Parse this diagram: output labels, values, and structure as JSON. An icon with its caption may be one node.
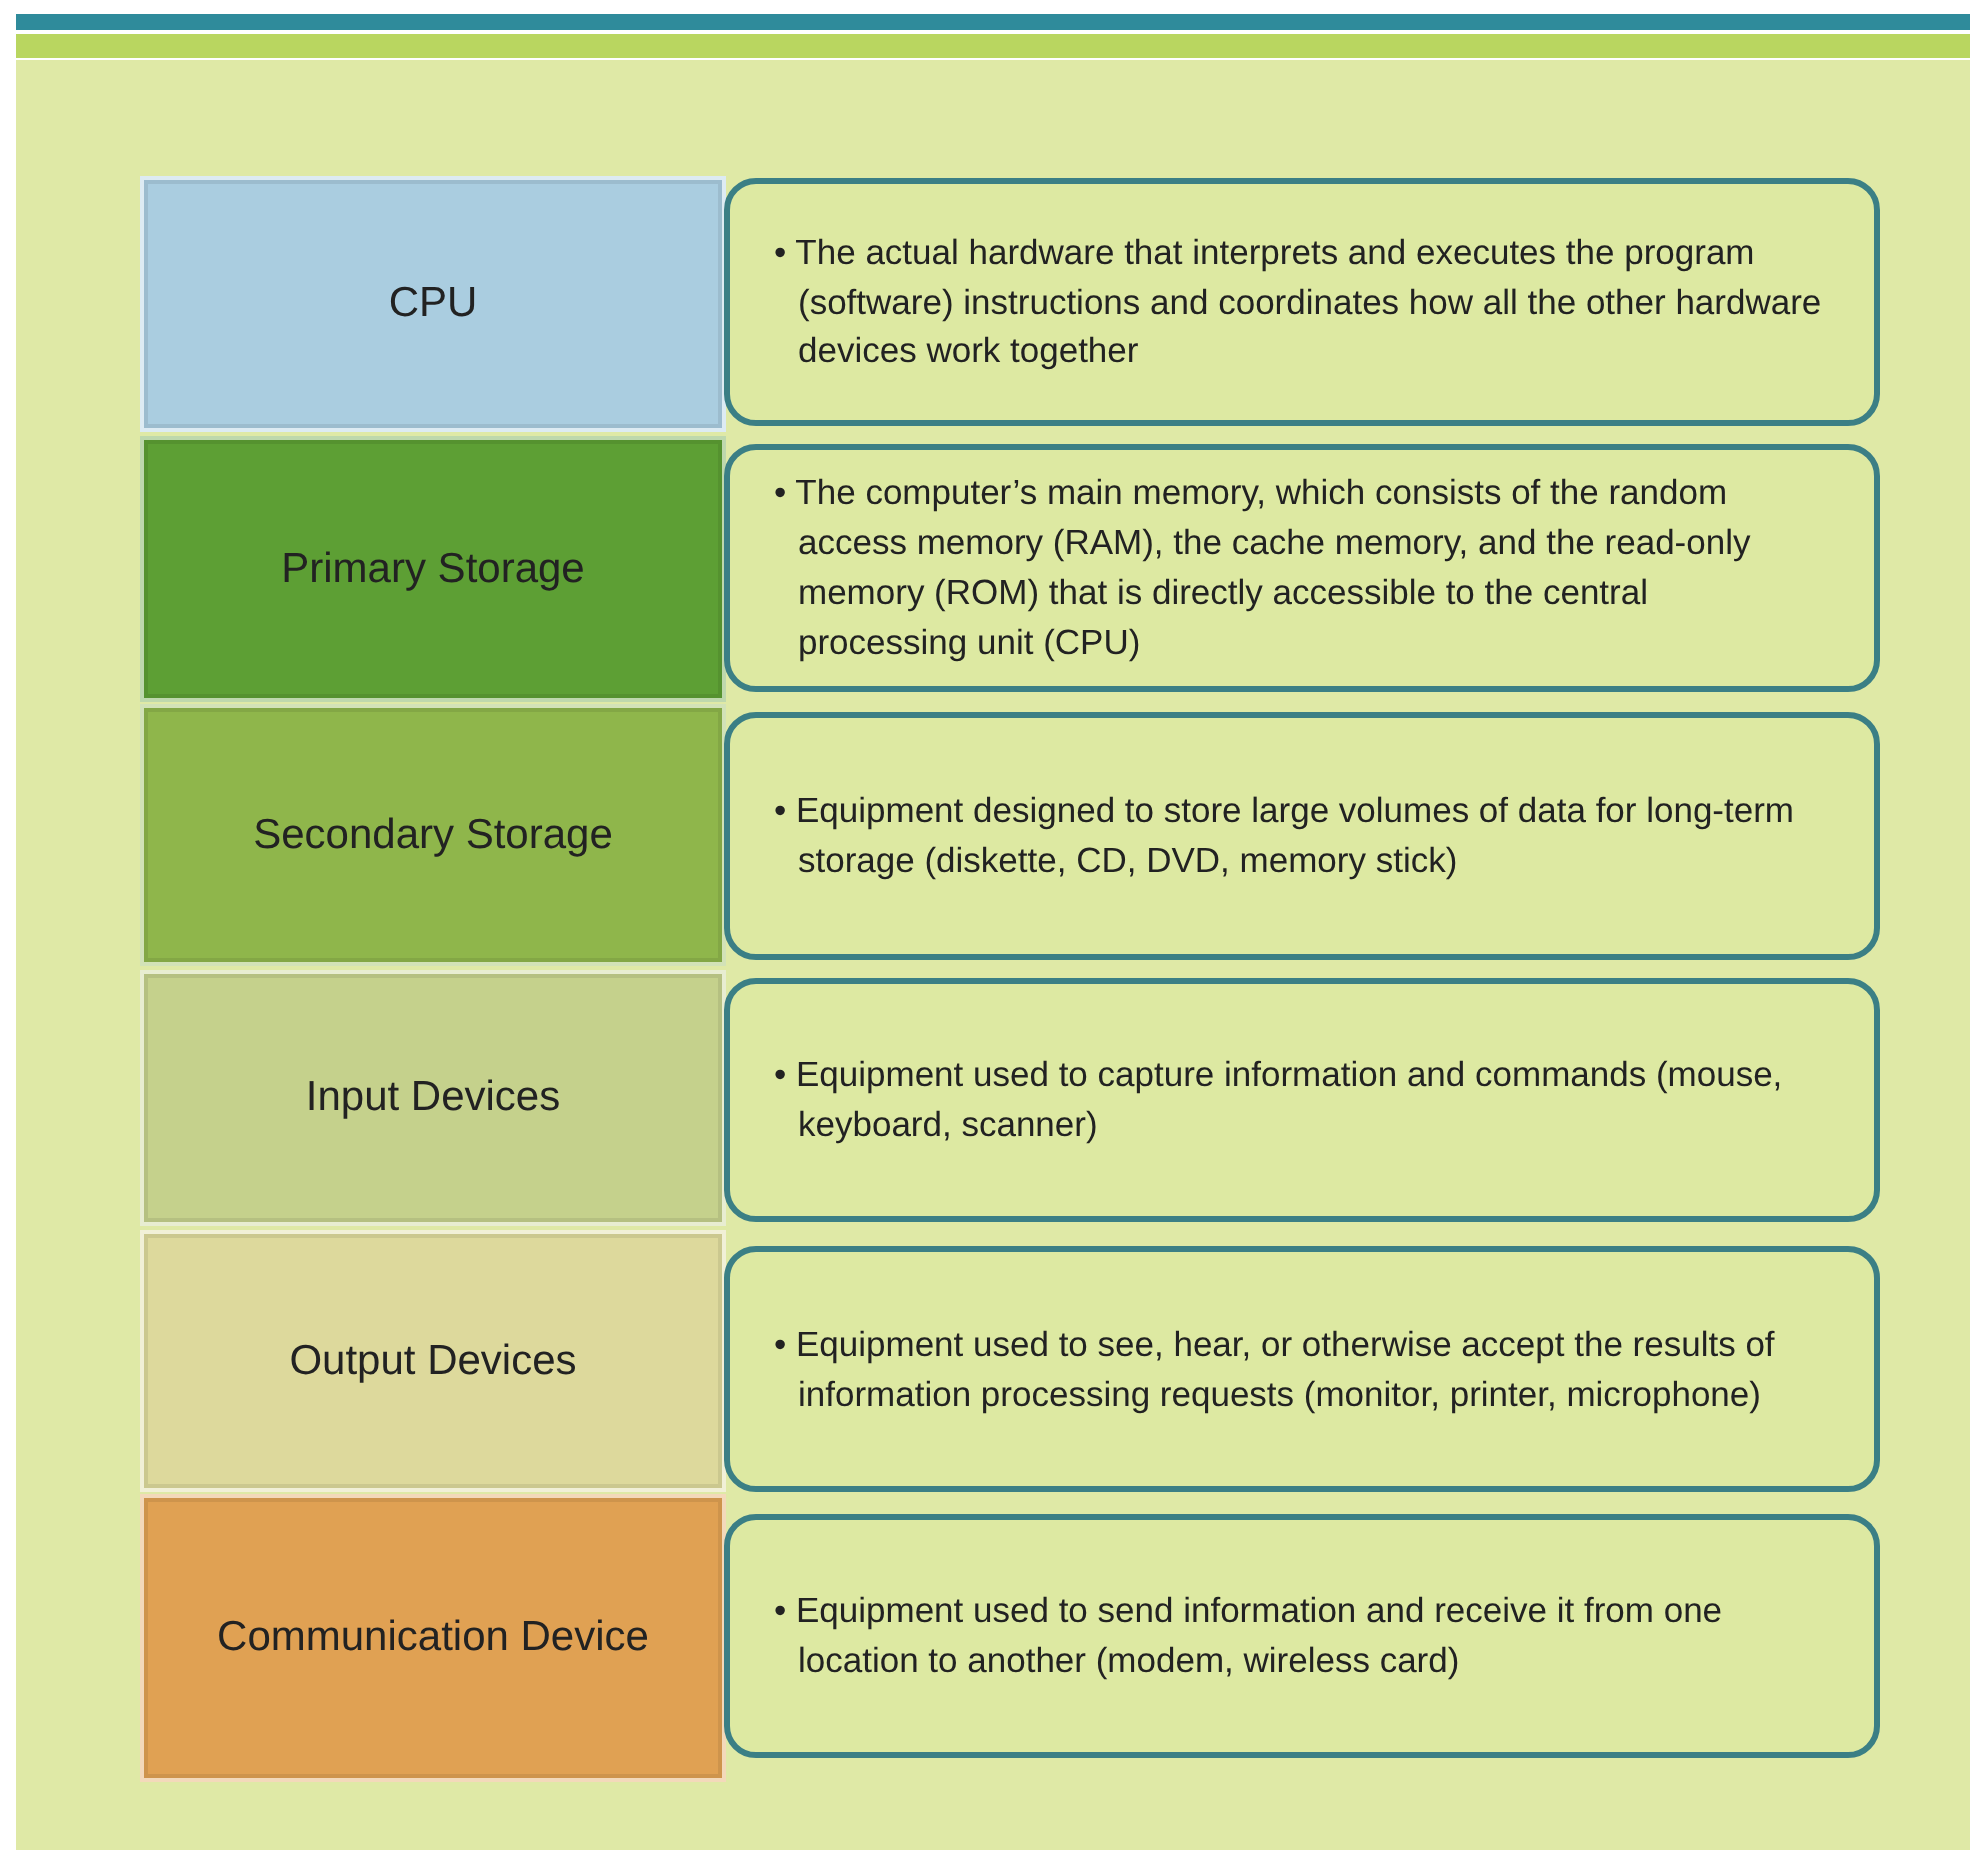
{
  "diagram": {
    "nodes": [
      {
        "text": [
          "CPU"
        ]
      },
      {
        "text": [
          "Primary Storage"
        ]
      },
      {
        "text": [
          "Secondary Storage"
        ]
      },
      {
        "text": [
          "Input Devices"
        ]
      },
      {
        "text": [
          "Output Devices"
        ]
      },
      {
        "text": [
          "Communication Device"
        ]
      },
      {
        "text": [
          "• The actual hardware that interprets and executes the program (software) instructions and coordinates how all the other hardware devices work together"
        ]
      },
      {
        "text": [
          "• The computer’s main memory, which consists of the random access memory (RAM), the cache memory, and the read-only memory (ROM) that is directly accessible to the central processing unit (CPU)"
        ]
      },
      {
        "text": [
          "• Equipment designed to store large volumes of data for long-term storage (diskette, CD, DVD, memory stick)"
        ]
      },
      {
        "text": [
          "• Equipment used to capture information and commands (mouse, keyboard, scanner)"
        ]
      },
      {
        "text": [
          "• Equipment used to see, hear, or otherwise accept the results of information processing requests (monitor, printer, microphone)"
        ]
      },
      {
        "text": [
          "• Equipment used to send information and receive it from one location to another (modem, wireless card)"
        ]
      }
    ],
    "edges": []
  }
}
